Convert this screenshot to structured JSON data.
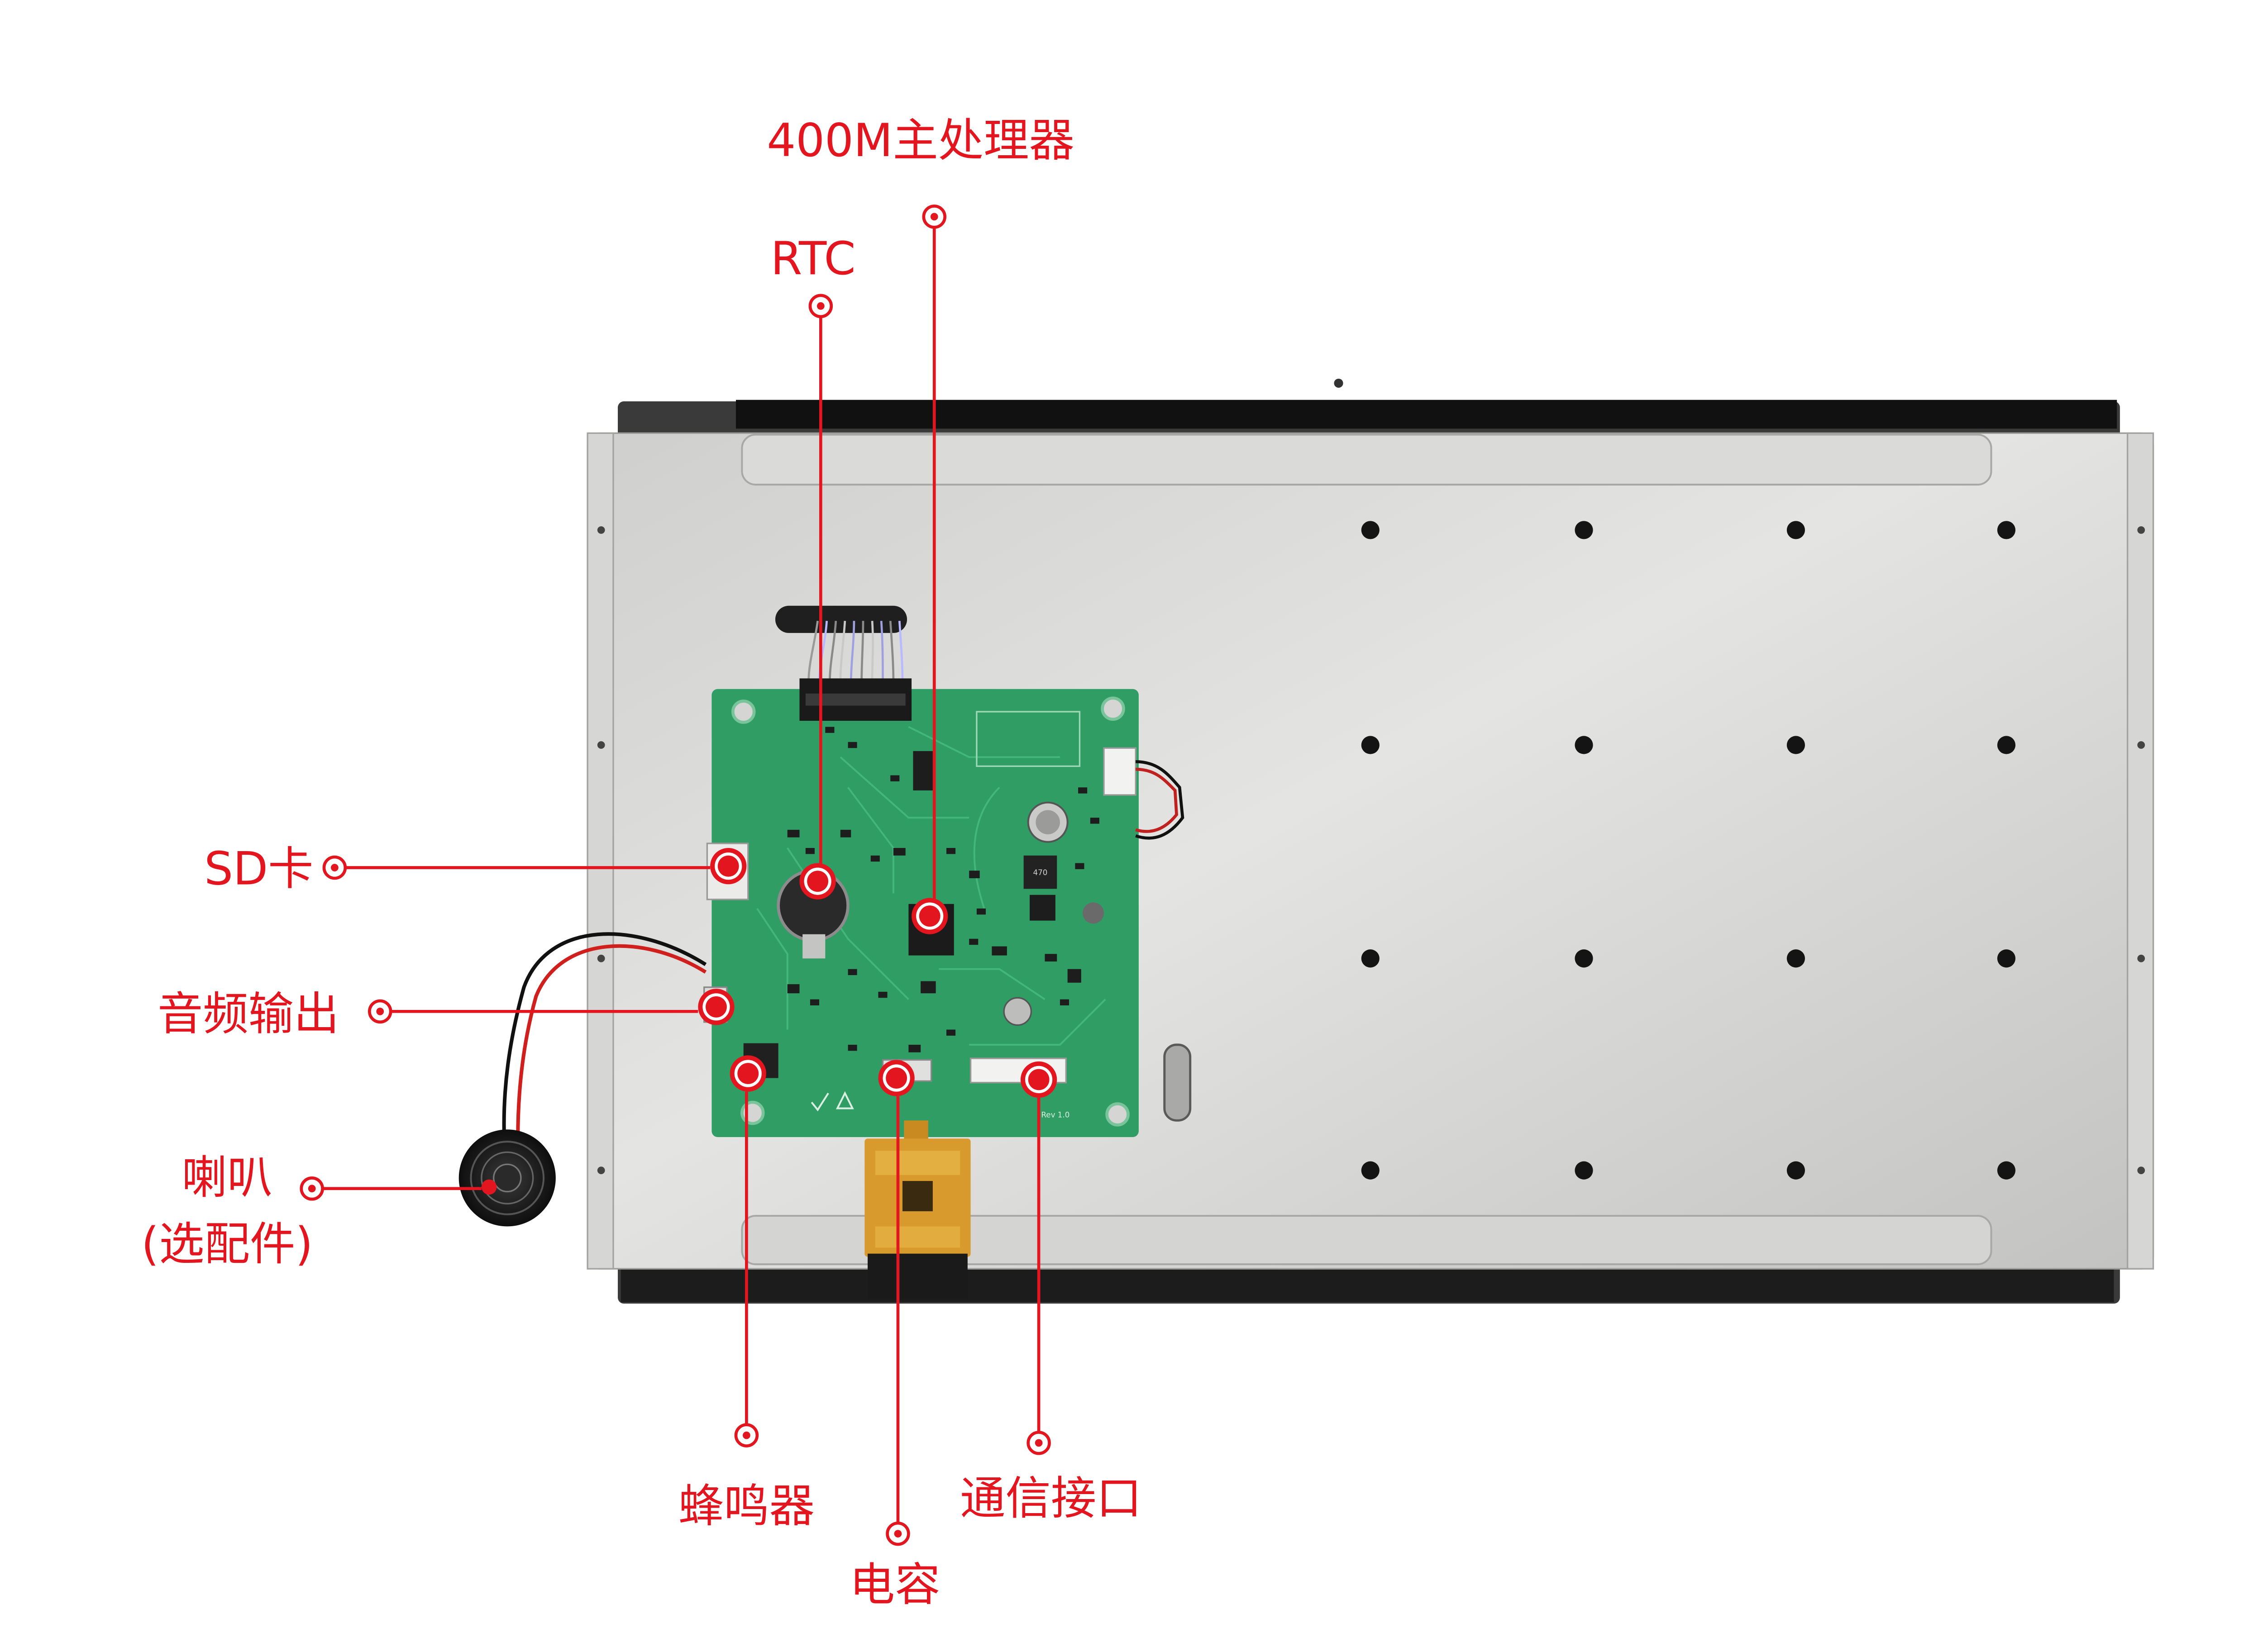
{
  "annotations": {
    "processor": "400M主处理器",
    "rtc": "RTC",
    "sd_card": "SD卡",
    "audio_out": "音频输出",
    "speaker": "喇叭",
    "speaker_note": "(选配件)",
    "buzzer": "蜂鸣器",
    "capacitor": "电容",
    "comm_port": "通信接口"
  },
  "board_markings": {
    "revision": "Rev 1.0",
    "inductor": "470"
  },
  "colors": {
    "annotation": "#e3161f",
    "pcb": "#2f9d64",
    "flex_cable": "#d89a2c"
  }
}
